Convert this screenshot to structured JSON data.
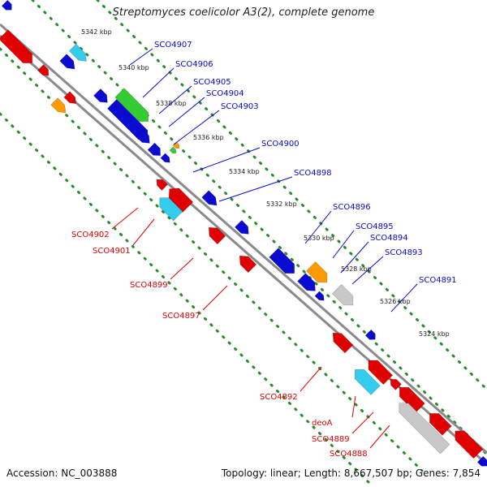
{
  "title": "Streptomyces coelicolor A3(2), complete genome",
  "footer": {
    "accession": "Accession: NC_003888",
    "topology": "Topology: linear; Length: 8,667,507 bp; Genes: 7,854"
  },
  "colors": {
    "plus_strand": "#0a0ad0",
    "minus_strand": "#e00000",
    "backbone": "#8a8a8a",
    "tick_dots": "#2a8a2a",
    "cyan": "#33ccee",
    "green": "#33cc33",
    "orange": "#ff9900",
    "gray": "#c8c8c8"
  },
  "ticks": [
    "5342 kbp",
    "5340 kbp",
    "5338 kbp",
    "5336 kbp",
    "5334 kbp",
    "5332 kbp",
    "5330 kbp",
    "5328 kbp",
    "5326 kbp",
    "5324 kbp"
  ],
  "plus_labels": [
    "SCO4907",
    "SCO4906",
    "SCO4905",
    "SCO4904",
    "SCO4903",
    "SCO4900",
    "SCO4898",
    "SCO4896",
    "SCO4895",
    "SCO4894",
    "SCO4893",
    "SCO4891"
  ],
  "minus_labels": [
    "SCO4902",
    "SCO4901",
    "SCO4899",
    "SCO4897",
    "SCO4892",
    "deoA",
    "SCO4889",
    "SCO4888"
  ]
}
